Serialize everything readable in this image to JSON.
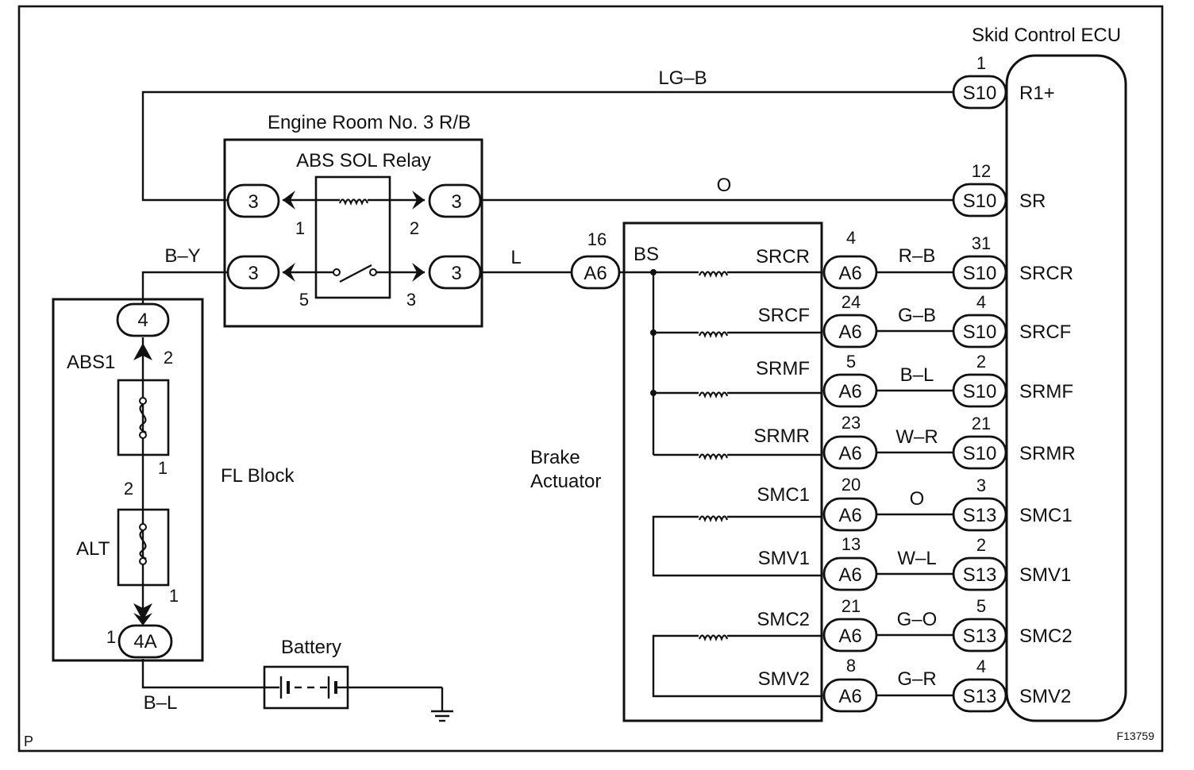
{
  "diagram": {
    "ecu_title": "Skid Control ECU",
    "engine_room_title": "Engine Room No. 3 R/B",
    "relay_title": "ABS SOL Relay",
    "fl_block_title": "FL Block",
    "actuator_title_line1": "Brake",
    "actuator_title_line2": "Actuator",
    "battery_title": "Battery",
    "page_mark": "P",
    "figure_id": "F13759",
    "ecu_terminals": [
      {
        "name": "R1+",
        "connector": "S10",
        "pin": "1",
        "wire": "LG–B"
      },
      {
        "name": "SR",
        "connector": "S10",
        "pin": "12",
        "wire": "O"
      },
      {
        "name": "SRCR",
        "connector": "S10",
        "pin": "31",
        "wire": "R–B",
        "act_connector": "A6",
        "act_pin": "4",
        "act_label": "SRCR"
      },
      {
        "name": "SRCF",
        "connector": "S10",
        "pin": "4",
        "wire": "G–B",
        "act_connector": "A6",
        "act_pin": "24",
        "act_label": "SRCF"
      },
      {
        "name": "SRMF",
        "connector": "S10",
        "pin": "2",
        "wire": "B–L",
        "act_connector": "A6",
        "act_pin": "5",
        "act_label": "SRMF"
      },
      {
        "name": "SRMR",
        "connector": "S10",
        "pin": "21",
        "wire": "W–R",
        "act_connector": "A6",
        "act_pin": "23",
        "act_label": "SRMR"
      },
      {
        "name": "SMC1",
        "connector": "S13",
        "pin": "3",
        "wire": "O",
        "act_connector": "A6",
        "act_pin": "20",
        "act_label": "SMC1"
      },
      {
        "name": "SMV1",
        "connector": "S13",
        "pin": "2",
        "wire": "W–L",
        "act_connector": "A6",
        "act_pin": "13",
        "act_label": "SMV1"
      },
      {
        "name": "SMC2",
        "connector": "S13",
        "pin": "5",
        "wire": "G–O",
        "act_connector": "A6",
        "act_pin": "21",
        "act_label": "SMC2"
      },
      {
        "name": "SMV2",
        "connector": "S13",
        "pin": "4",
        "wire": "G–R",
        "act_connector": "A6",
        "act_pin": "8",
        "act_label": "SMV2"
      }
    ],
    "actuator_bs": {
      "label": "BS",
      "connector": "A6",
      "pin": "16",
      "wire": "L"
    },
    "relay_connectors": {
      "top_left": {
        "label": "3",
        "pin": "1"
      },
      "top_right": {
        "label": "3",
        "pin": "2"
      },
      "bottom_left": {
        "label": "3",
        "pin": "5"
      },
      "bottom_right": {
        "label": "3",
        "pin": "3"
      }
    },
    "fl_block": {
      "top_connector": "4",
      "abs1_label": "ABS1",
      "abs1_pin_top": "2",
      "abs1_pin_bottom": "1",
      "alt_label": "ALT",
      "alt_pin_top": "2",
      "alt_pin_bottom": "1",
      "bottom_connector": "4A",
      "bottom_pin": "1",
      "wire_top": "B–Y",
      "wire_bottom": "B–L"
    }
  }
}
